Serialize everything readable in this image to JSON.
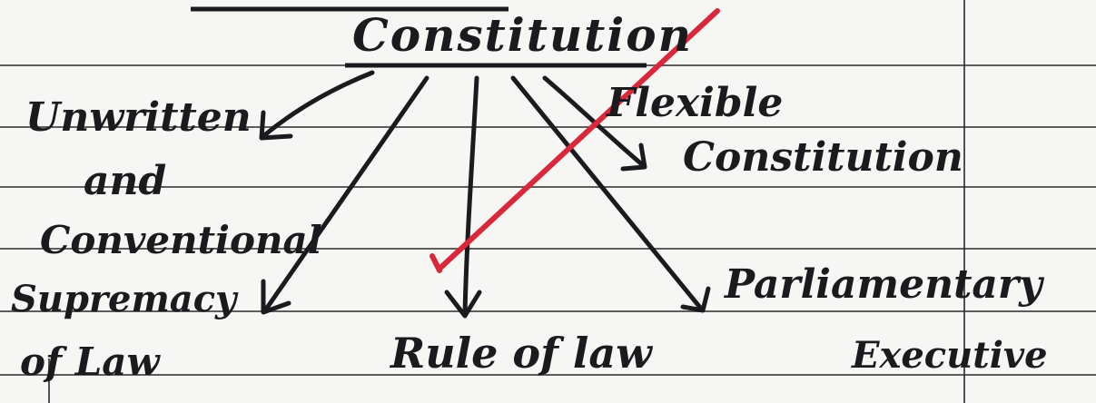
{
  "diagram": {
    "root": {
      "label": "Constitution"
    },
    "branches": [
      {
        "id": "unwritten",
        "lines": [
          "Unwritten",
          "and",
          "Conventional"
        ]
      },
      {
        "id": "flexible",
        "lines": [
          "Flexible",
          "Constitution"
        ]
      },
      {
        "id": "supremacy",
        "lines": [
          "Supremacy",
          "of Law"
        ]
      },
      {
        "id": "rule",
        "lines": [
          "Rule of law"
        ]
      },
      {
        "id": "parliamentary",
        "lines": [
          "Parliamentary",
          "Executive"
        ]
      }
    ]
  },
  "colors": {
    "paper": "#f6f7f5",
    "ruled_line": "#2a2a2a",
    "ink": "#1b1b1f",
    "strike_mark": "#d8283a"
  }
}
